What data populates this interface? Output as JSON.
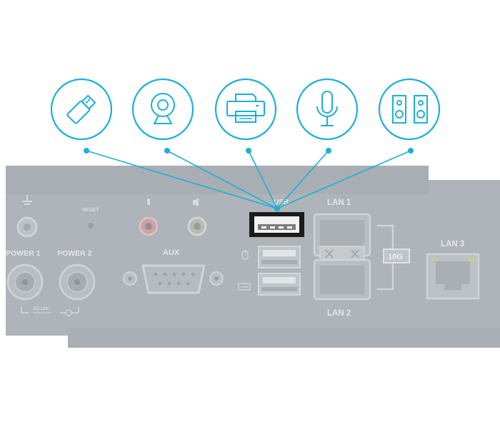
{
  "accent_color": "#1ab0d6",
  "panel_color": "#aeb4b9",
  "devices": [
    {
      "id": "usb-flash-drive",
      "icon": "usb-drive-icon"
    },
    {
      "id": "webcam",
      "icon": "webcam-icon"
    },
    {
      "id": "printer",
      "icon": "printer-icon"
    },
    {
      "id": "microphone",
      "icon": "microphone-icon"
    },
    {
      "id": "speakers",
      "icon": "speakers-icon"
    }
  ],
  "panel": {
    "reset_label": "RESET",
    "power1_label": "POWER 1",
    "power2_label": "POWER 2",
    "dc_label": "DC12V",
    "aux_label": "AUX",
    "usb_label": "USB",
    "lan1_label": "LAN 1",
    "lan2_label": "LAN 2",
    "lan3_label": "LAN 3",
    "speed_label": "10G"
  }
}
